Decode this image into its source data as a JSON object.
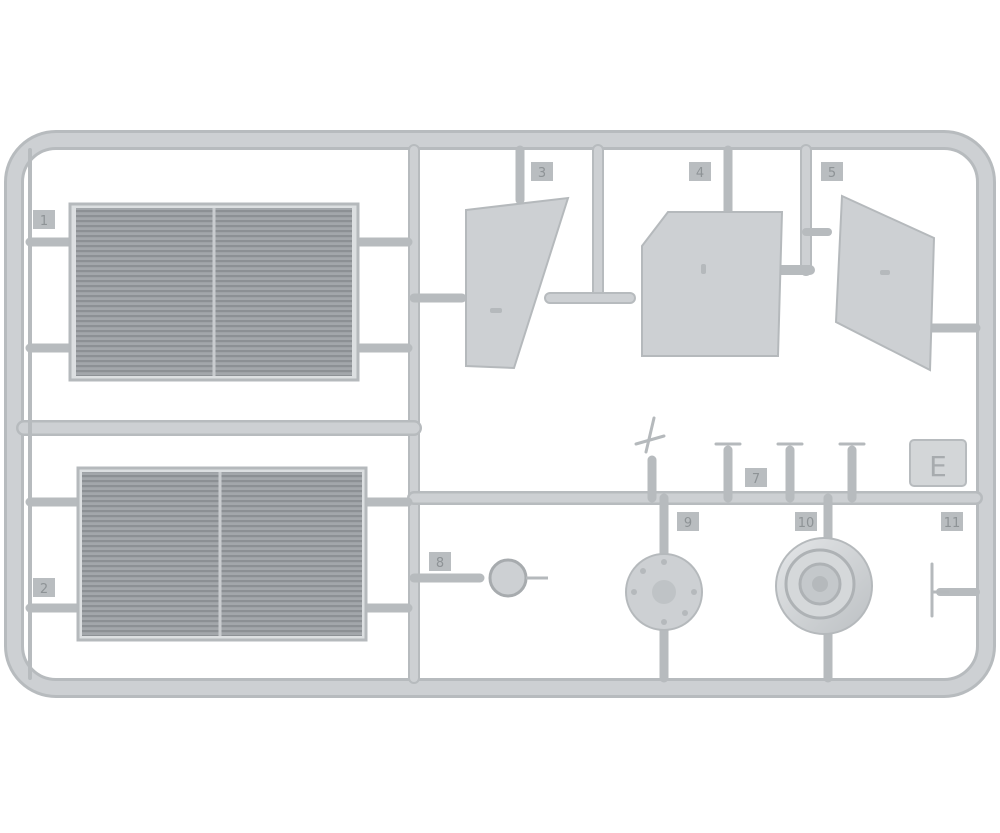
{
  "sprue": {
    "letter": "E",
    "part_numbers": [
      "1",
      "2",
      "3",
      "4",
      "5",
      "7",
      "8",
      "9",
      "10",
      "11"
    ]
  },
  "colors": {
    "plastic": "#c9cccf",
    "plastic_shadow": "#b5b9bc",
    "plastic_light": "#dcdfe1",
    "grille": "#9a9ea2",
    "background": "#ffffff"
  }
}
